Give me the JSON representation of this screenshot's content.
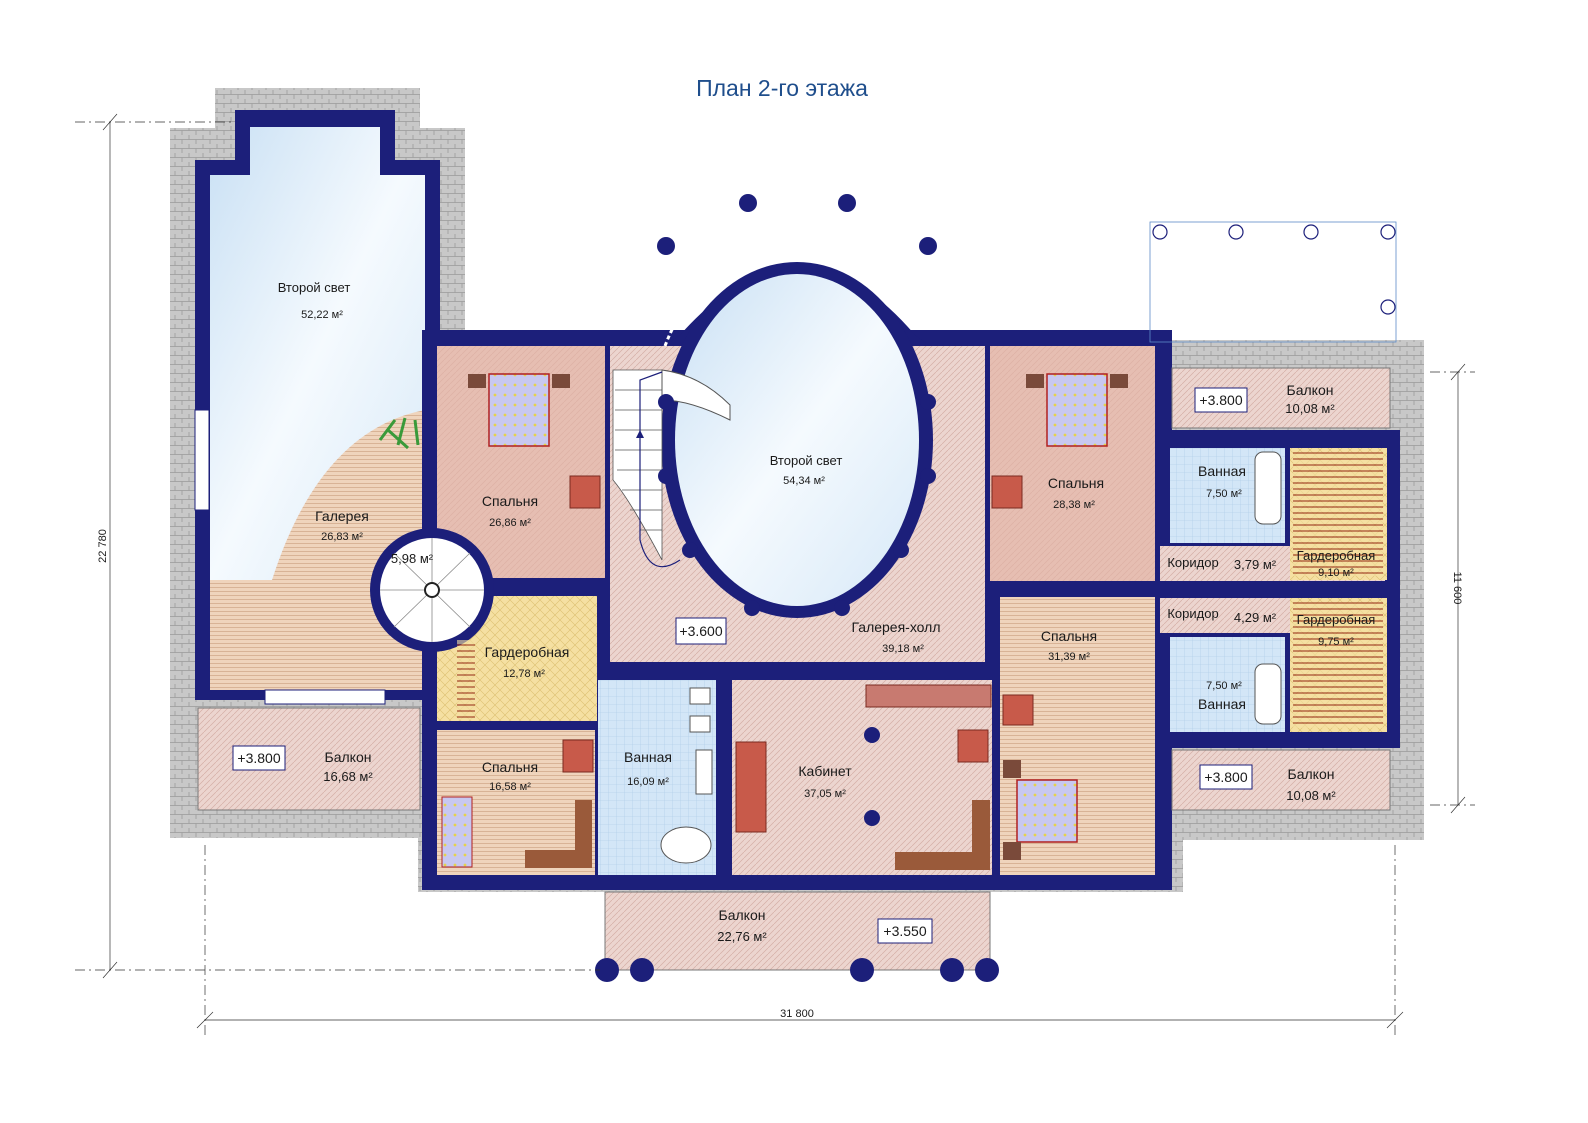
{
  "title": "План 2-го этажа",
  "dimensions": {
    "total_width": "31 800",
    "total_height": "22 780",
    "right_height": "11 600"
  },
  "rooms": {
    "light_left": {
      "name": "Второй свет",
      "area": "52,22 м²"
    },
    "light_center": {
      "name": "Второй свет",
      "area": "54,34 м²"
    },
    "gallery": {
      "name": "Галерея",
      "area": "26,83 м²"
    },
    "stair_small": {
      "area": "5,98 м²"
    },
    "bedroom_1": {
      "name": "Спальня",
      "area": "26,86 м²"
    },
    "bedroom_2": {
      "name": "Спальня",
      "area": "28,38 м²"
    },
    "bedroom_3": {
      "name": "Спальня",
      "area": "31,39 м²"
    },
    "bedroom_4": {
      "name": "Спальня",
      "area": "16,58 м²"
    },
    "wardrobe_1": {
      "name": "Гардеробная",
      "area": "12,78 м²"
    },
    "wardrobe_2": {
      "name": "Гардеробная",
      "area": "9,10 м²"
    },
    "wardrobe_3": {
      "name": "Гардеробная",
      "area": "9,75 м²"
    },
    "bath_1": {
      "name": "Ванная",
      "area": "16,09 м²"
    },
    "bath_2": {
      "name": "Ванная",
      "area": "7,50 м²"
    },
    "bath_3": {
      "name": "Ванная",
      "area": "7,50 м²"
    },
    "corridor_1": {
      "name": "Коридор",
      "area": "3,79 м²"
    },
    "corridor_2": {
      "name": "Коридор",
      "area": "4,29 м²"
    },
    "hall": {
      "name": "Галерея-холл",
      "area": "39,18 м²"
    },
    "study": {
      "name": "Кабинет",
      "area": "37,05 м²"
    },
    "balcony_left": {
      "name": "Балкон",
      "area": "16,68 м²"
    },
    "balcony_r1": {
      "name": "Балкон",
      "area": "10,08 м²"
    },
    "balcony_r2": {
      "name": "Балкон",
      "area": "10,08 м²"
    },
    "balcony_front": {
      "name": "Балкон",
      "area": "22,76 м²"
    }
  },
  "levels": {
    "hall": "+3.600",
    "balcony_left": "+3.800",
    "balcony_r1": "+3.800",
    "balcony_r2": "+3.800",
    "balcony_front": "+3.550"
  },
  "colors": {
    "wall": "#1c1f7a",
    "title": "#1f4e8c",
    "glass": "#dcecf8",
    "bedroom": "#e6b8a8",
    "wardrobe": "#f7e3a6",
    "bath": "#cfe3f5",
    "hall": "#ecd7d2",
    "balcony": "#eedede",
    "gallery": "#e8cdb2",
    "terrace": "#bfbfbf"
  }
}
